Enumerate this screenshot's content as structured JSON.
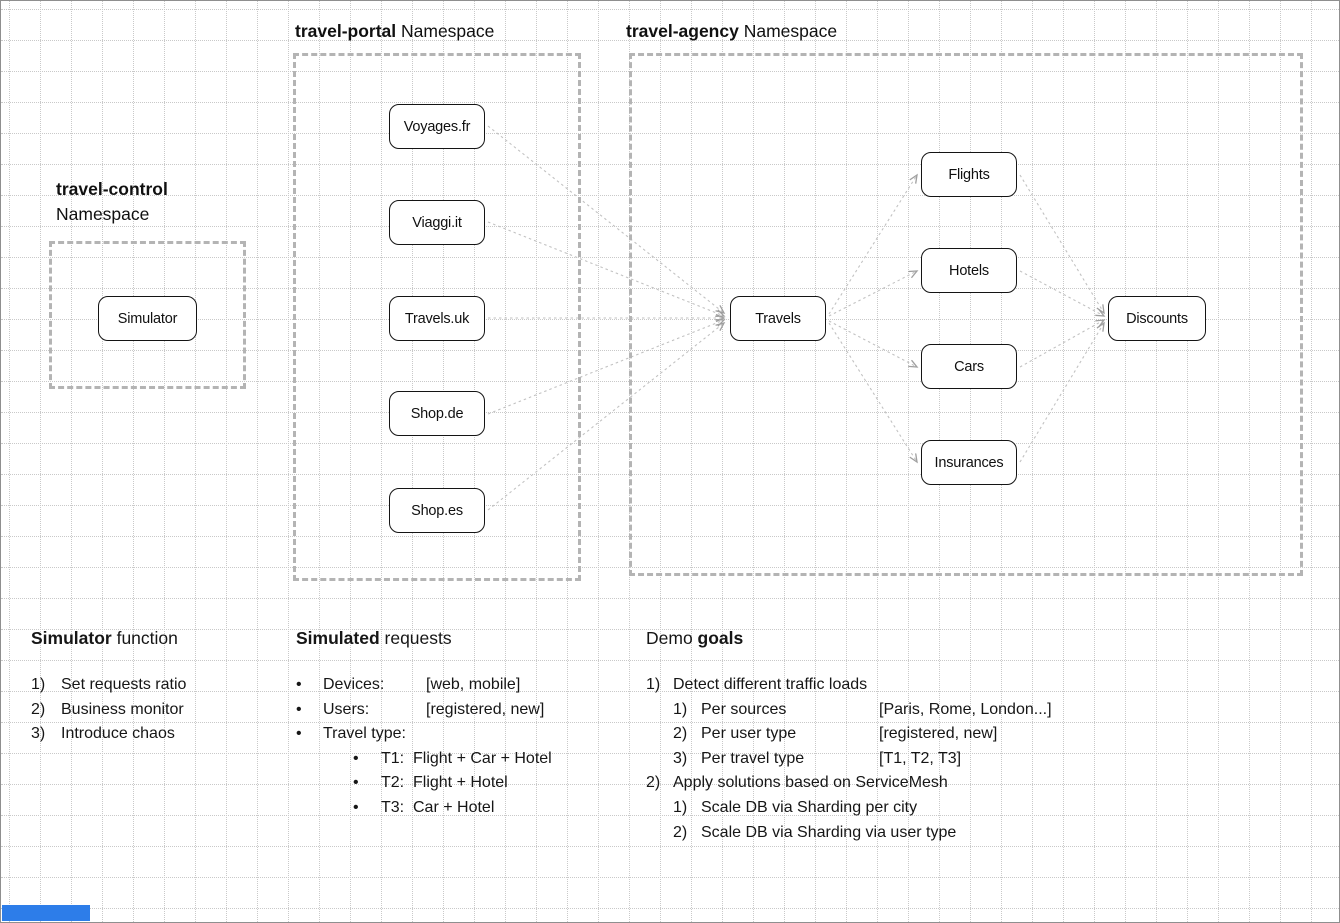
{
  "colors": {
    "grid": "#c9c9c9",
    "namespace_border": "#b4b4b4",
    "arrow": "#c2c2c2",
    "node_border": "#141414",
    "footer_marker": "#2d7de9"
  },
  "namespaces": {
    "control": {
      "bold": "travel-control",
      "rest": "Namespace"
    },
    "portal": {
      "bold": "travel-portal",
      "rest": " Namespace"
    },
    "agency": {
      "bold": "travel-agency",
      "rest": " Namespace"
    }
  },
  "nodes": {
    "simulator": "Simulator",
    "portal": [
      "Voyages.fr",
      "Viaggi.it",
      "Travels.uk",
      "Shop.de",
      "Shop.es"
    ],
    "hub": "Travels",
    "services": [
      "Flights",
      "Hotels",
      "Cars",
      "Insurances"
    ],
    "discounts": "Discounts"
  },
  "sections": {
    "simulator": {
      "heading_bold": "Simulator",
      "heading_rest": " function",
      "items": [
        {
          "num": "1)",
          "text": "Set requests ratio"
        },
        {
          "num": "2)",
          "text": "Business monitor"
        },
        {
          "num": "3)",
          "text": "Introduce chaos"
        }
      ]
    },
    "requests": {
      "heading_bold": "Simulated",
      "heading_rest": " requests",
      "items": [
        {
          "bullet": "•",
          "label": "Devices:",
          "value": "[web, mobile]"
        },
        {
          "bullet": "•",
          "label": "Users:",
          "value": "[registered, new]"
        },
        {
          "bullet": "•",
          "label": "Travel type:",
          "value": ""
        }
      ],
      "subitems": [
        {
          "bullet": "•",
          "label": "T1:",
          "value": "Flight + Car + Hotel"
        },
        {
          "bullet": "•",
          "label": "T2:",
          "value": "Flight + Hotel"
        },
        {
          "bullet": "•",
          "label": "T3:",
          "value": "Car + Hotel"
        }
      ]
    },
    "goals": {
      "heading_regular": "Demo ",
      "heading_bold": "goals",
      "goal1": {
        "num": "1)",
        "text": "Detect different traffic loads"
      },
      "goal1_sub": [
        {
          "num": "1)",
          "label": "Per sources",
          "value": "[Paris, Rome, London...]"
        },
        {
          "num": "2)",
          "label": "Per user type",
          "value": "[registered, new]"
        },
        {
          "num": "3)",
          "label": "Per travel type",
          "value": "[T1, T2, T3]"
        }
      ],
      "goal2": {
        "num": "2)",
        "text": "Apply solutions based on ServiceMesh"
      },
      "goal2_sub": [
        {
          "num": "1)",
          "text": "Scale DB via Sharding per city"
        },
        {
          "num": "2)",
          "text": "Scale DB via Sharding via user type"
        }
      ]
    }
  }
}
